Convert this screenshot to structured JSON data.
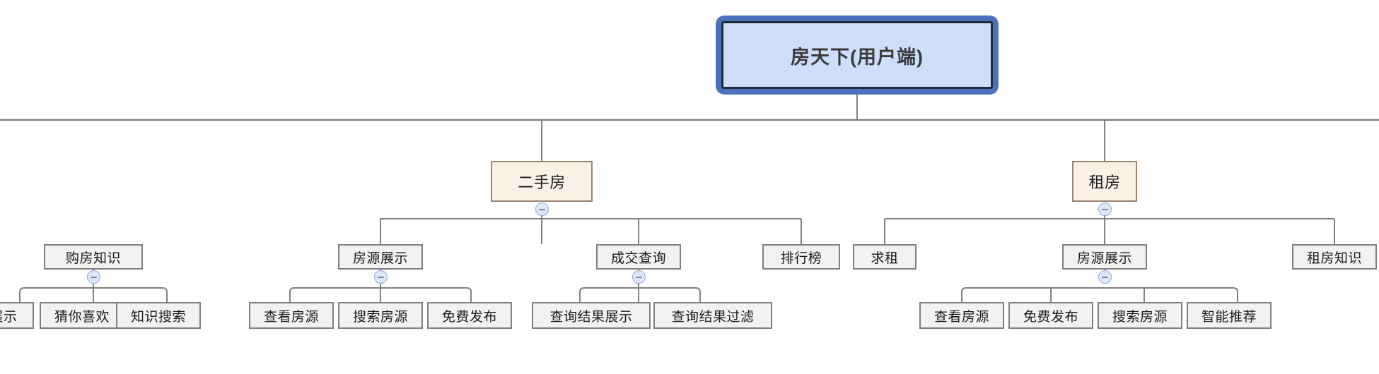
{
  "diagram": {
    "type": "mindmap-tree",
    "title": "房天下(用户端)",
    "colors": {
      "root_fill": "#cfdffa",
      "root_ring": "#4a72b8",
      "category_fill": "#fbf0e6",
      "category_border": "#9a8574",
      "node_fill": "#f2f2f2",
      "node_border": "#7f7f7f",
      "edge": "#808080",
      "collapse_fill": "#dfe8f7",
      "collapse_border": "#8fa9d4"
    },
    "collapse_icon": "minus-circle-icon"
  },
  "root": {
    "label": "房天下(用户端)"
  },
  "categories": [
    {
      "label": "二手房"
    },
    {
      "label": "租房"
    }
  ],
  "subnodes": [
    {
      "label": "购房知识"
    },
    {
      "label": "房源展示"
    },
    {
      "label": "成交查询"
    },
    {
      "label": "排行榜"
    },
    {
      "label": "求租"
    },
    {
      "label": "房源展示"
    },
    {
      "label": "租房知识"
    }
  ],
  "leaves": [
    {
      "label": "展示"
    },
    {
      "label": "猜你喜欢"
    },
    {
      "label": "知识搜索"
    },
    {
      "label": "查看房源"
    },
    {
      "label": "搜索房源"
    },
    {
      "label": "免费发布"
    },
    {
      "label": "查询结果展示"
    },
    {
      "label": "查询结果过滤"
    },
    {
      "label": "查看房源"
    },
    {
      "label": "免费发布"
    },
    {
      "label": "搜索房源"
    },
    {
      "label": "智能推荐"
    }
  ]
}
